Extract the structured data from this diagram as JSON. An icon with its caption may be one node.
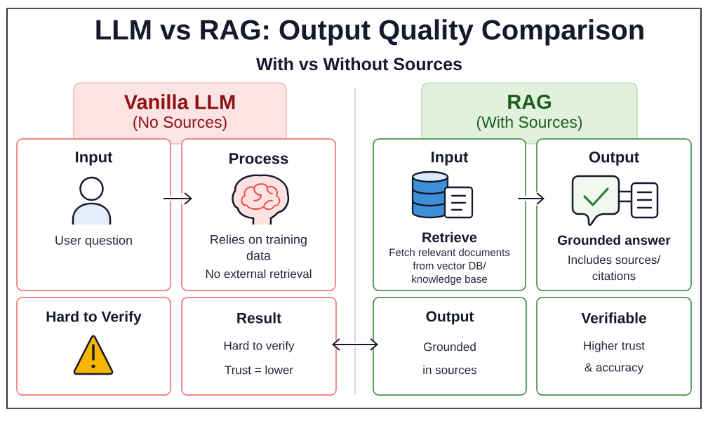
{
  "diagram": {
    "title": "LLM vs RAG: Output Quality Comparison",
    "nodes": [
      {
        "text": [
          "Vanilla LLM",
          "(No Sources)"
        ]
      },
      {
        "text": [
          "RAG",
          "(With Sources)"
        ]
      },
      {
        "text": [
          "Input",
          "User question"
        ]
      },
      {
        "text": [
          "Process",
          "Relies on training data",
          "No external retrieval"
        ]
      },
      {
        "text": [
          "Input",
          "Retrieve",
          "Fetch relevant documents from vector DB/ knowledge base"
        ]
      },
      {
        "text": [
          "Output",
          "Grounded answer",
          "Includes sources/ citations"
        ]
      },
      {
        "text": [
          "Hard to Verify"
        ]
      },
      {
        "text": [
          "Result",
          "Hard to verify",
          "Trust = lower"
        ]
      },
      {
        "text": [
          "Output",
          "Grounded in sources"
        ]
      },
      {
        "text": [
          "Verifiable",
          "Higher trust & accuracy"
        ]
      }
    ],
    "edges": [
      {
        "from": 2,
        "to": 3,
        "arrow": "to"
      },
      {
        "from": 4,
        "to": 5,
        "arrow": "to"
      },
      {
        "from": 7,
        "to": 8,
        "arrow": "both"
      }
    ],
    "labels": [
      "With vs Without Sources"
    ]
  }
}
